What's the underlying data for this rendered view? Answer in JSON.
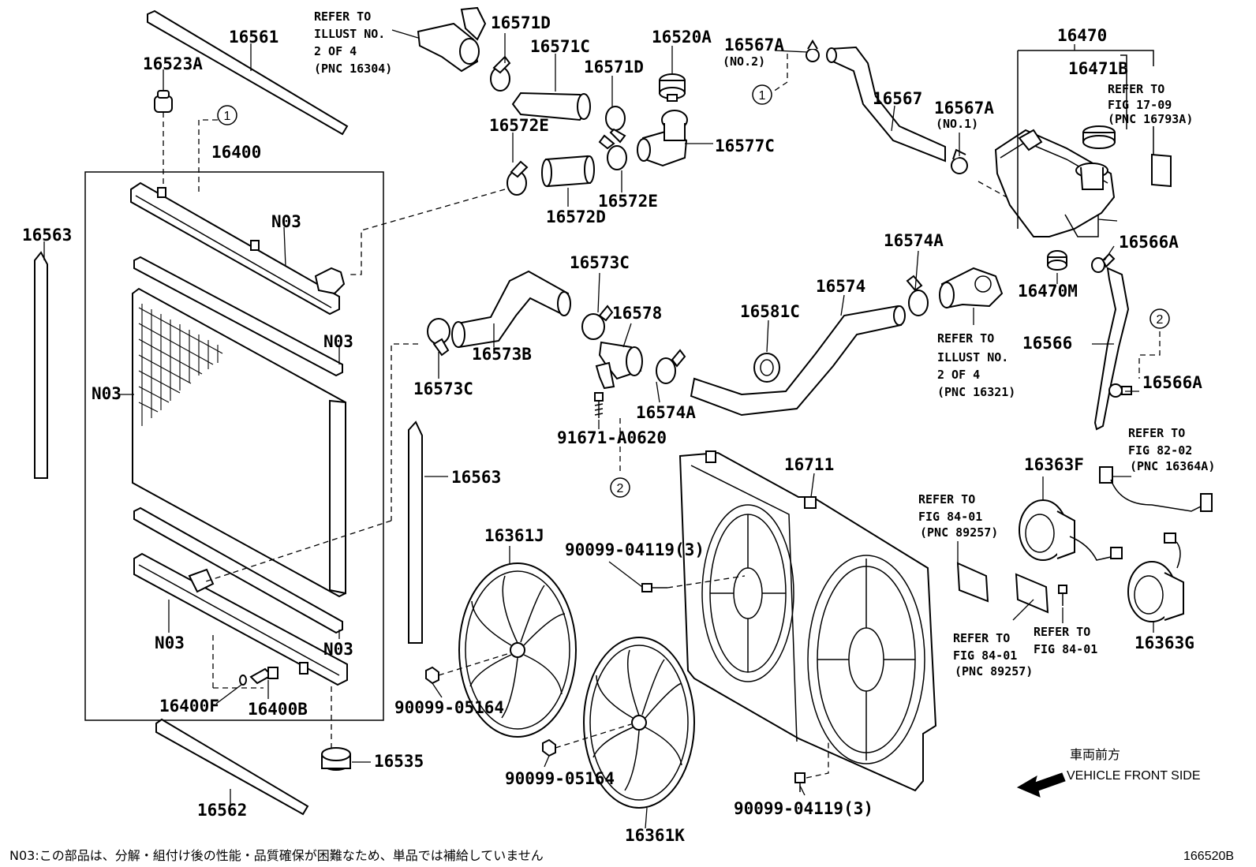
{
  "labels": {
    "p16561": "16561",
    "p16523A": "16523A",
    "p16400": "16400",
    "p16563_left": "16563",
    "p16563_mid": "16563",
    "n03_tank": "N03",
    "n03_seal_top": "N03",
    "n03_core": "N03",
    "n03_bottom_left": "N03",
    "n03_bottom_right": "N03",
    "p16400F": "16400F",
    "p16400B": "16400B",
    "p16535": "16535",
    "p16562": "16562",
    "p16571D_a": "16571D",
    "p16571C": "16571C",
    "p16571D_b": "16571D",
    "p16520A": "16520A",
    "p16572E_a": "16572E",
    "p16572E_b": "16572E",
    "p16572D": "16572D",
    "p16577C": "16577C",
    "p16567A_a": "16567A",
    "p16567A_a_sub": "(NO.2)",
    "p16567": "16567",
    "p16567A_b": "16567A",
    "p16567A_b_sub": "(NO.1)",
    "p16470": "16470",
    "p16471B": "16471B",
    "p16566A_a": "16566A",
    "p16470M": "16470M",
    "p16566": "16566",
    "p16566A_b": "16566A",
    "p16573C_a": "16573C",
    "p16578": "16578",
    "p16573B": "16573B",
    "p16573C_b": "16573C",
    "p16574A_a": "16574A",
    "p16574": "16574",
    "p16581C": "16581C",
    "p16574A_b": "16574A",
    "p91671": "91671-A0620",
    "p16711": "16711",
    "p16361J": "16361J",
    "p16361K": "16361K",
    "p90099_04119_a": "90099-04119(3)",
    "p90099_04119_b": "90099-04119(3)",
    "p90099_05164_a": "90099-05164",
    "p90099_05164_b": "90099-05164",
    "p16363F": "16363F",
    "p16363G": "16363G"
  },
  "refs": {
    "illust_16304": [
      "REFER TO",
      "ILLUST NO.",
      "2 OF 4",
      "(PNC 16304)"
    ],
    "fig_17_09": [
      "REFER TO",
      "FIG 17-09",
      "(PNC 16793A)"
    ],
    "illust_16321": [
      "REFER TO",
      "ILLUST NO.",
      "2 OF 4",
      "(PNC 16321)"
    ],
    "fig_82_02": [
      "REFER TO",
      "FIG 82-02",
      "(PNC 16364A)"
    ],
    "fig_84_01_a": [
      "REFER TO",
      "FIG 84-01",
      "(PNC 89257)"
    ],
    "fig_84_01_b": [
      "REFER TO",
      "FIG 84-01",
      "(PNC 89257)"
    ],
    "fig_84_01_c": [
      "REFER TO",
      "FIG 84-01"
    ]
  },
  "callouts": {
    "c1_a": "1",
    "c1_b": "1",
    "c2_a": "2",
    "c2_b": "2"
  },
  "direction": {
    "jp": "車両前方",
    "en": "VEHICLE FRONT SIDE"
  },
  "footer": {
    "note": "N03:この部品は、分解・組付け後の性能・品質確保が困難なため、単品では補給していません",
    "code": "166520B"
  }
}
